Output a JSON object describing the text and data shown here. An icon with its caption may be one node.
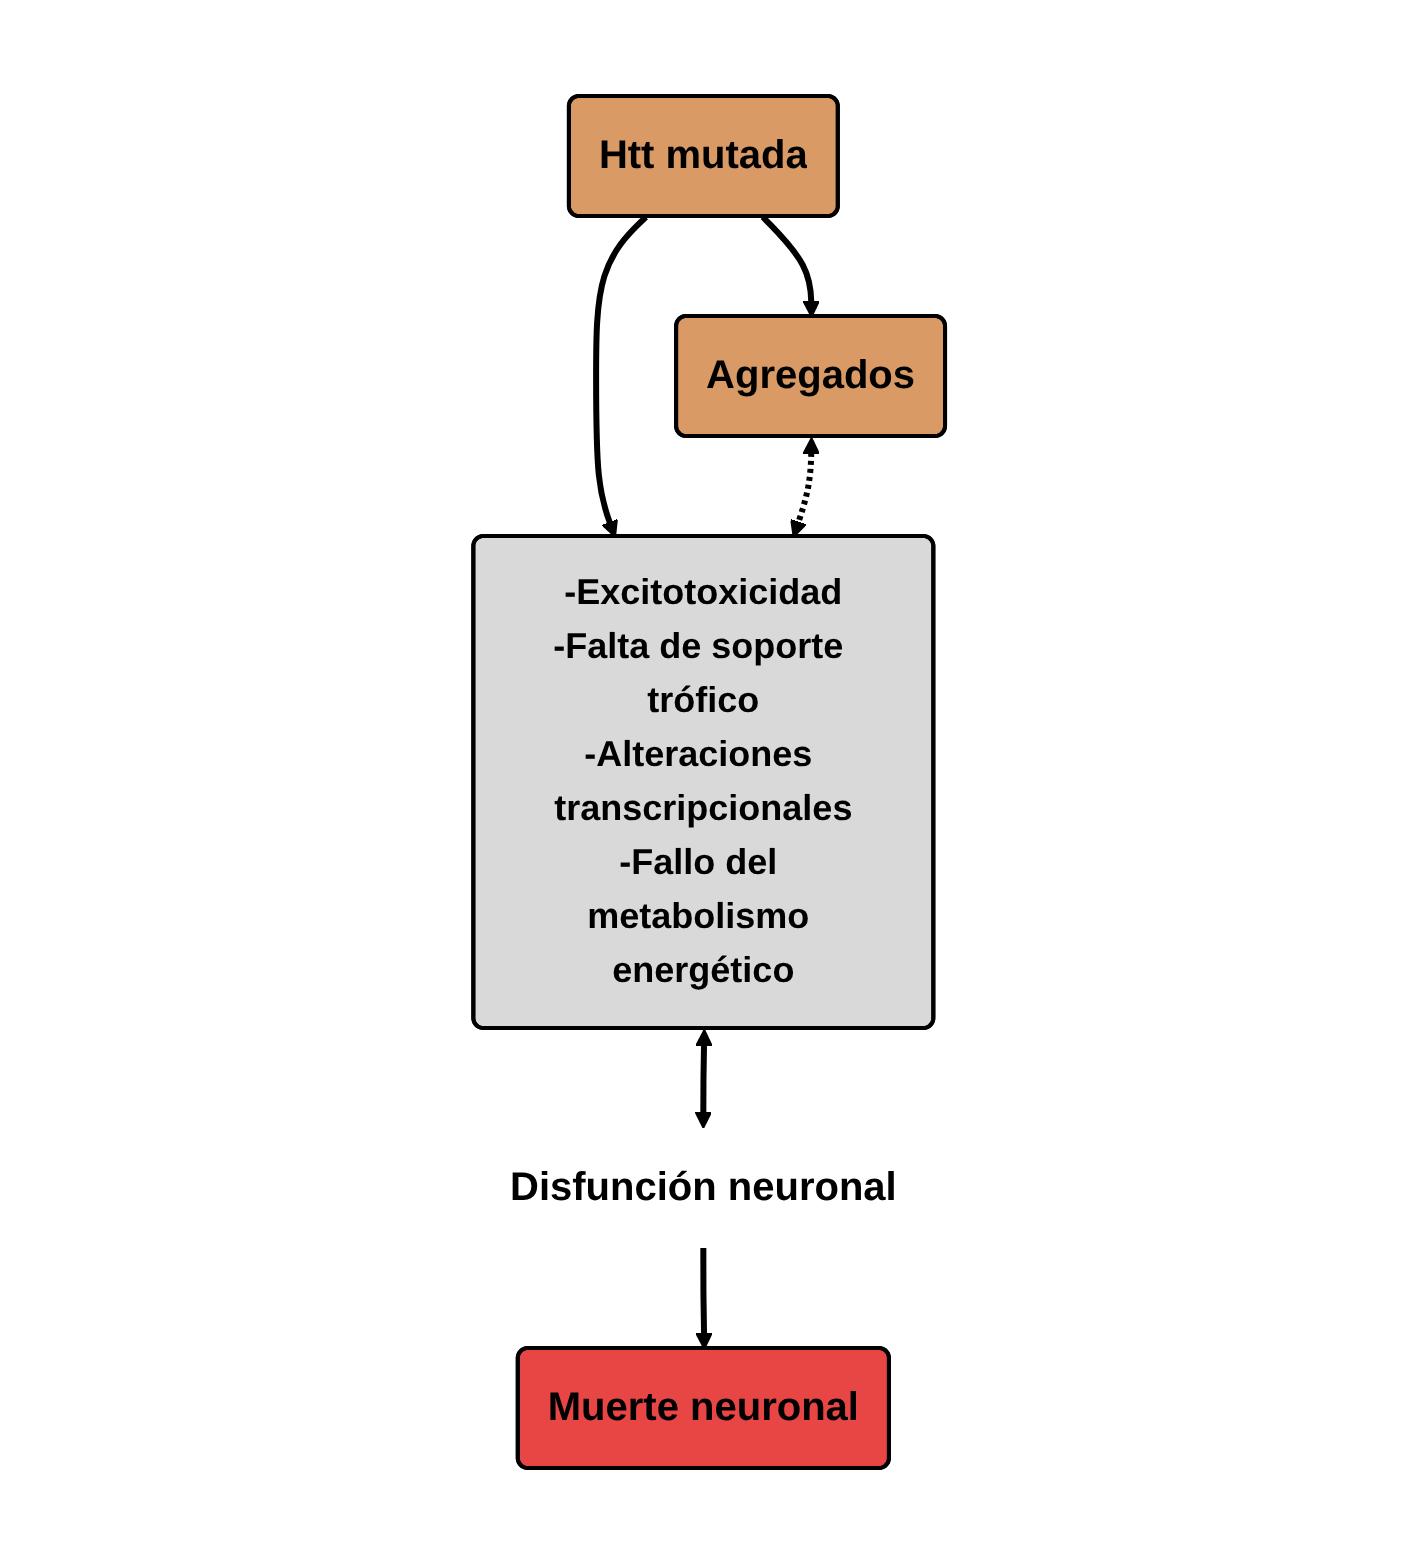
{
  "diagram": {
    "nodes": [
      {
        "text": [
          "Htt mutada"
        ]
      },
      {
        "text": [
          "Agregados"
        ]
      },
      {
        "text": [
          "-Excitotoxicidad",
          "-Falta de soporte trófico",
          "-Alteraciones transcripcionales",
          "-Fallo del metabolismo energético"
        ]
      },
      {
        "text": [
          "Disfunción neuronal"
        ]
      },
      {
        "text": [
          "Muerte neuronal"
        ]
      }
    ],
    "edges": [
      {
        "from": 0,
        "to": 1,
        "arrow": "to"
      },
      {
        "from": 0,
        "to": 2,
        "arrow": "to"
      },
      {
        "from": 1,
        "to": 2,
        "arrow": "both",
        "style": "dashed"
      },
      {
        "from": 2,
        "to": 3,
        "arrow": "both"
      },
      {
        "from": 3,
        "to": 4,
        "arrow": "to"
      }
    ]
  }
}
